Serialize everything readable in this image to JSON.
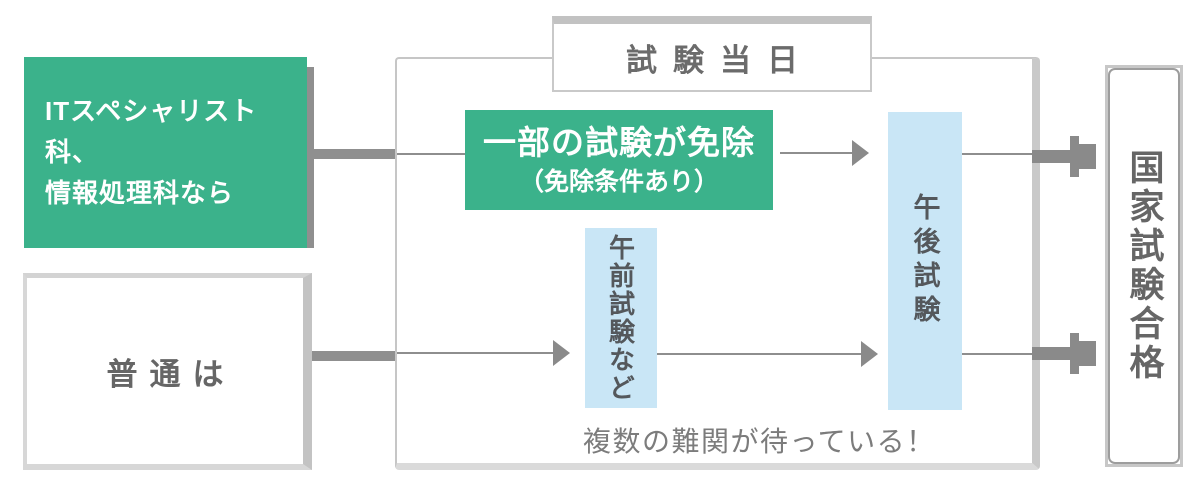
{
  "diagram_title": "試験当日",
  "colors": {
    "green": "#3bb28b",
    "light_blue": "#c9e6f6",
    "dark_text": "#666666",
    "line_gray": "#8e8e8e",
    "arrow_gray": "#8a8a8a"
  },
  "left_column": {
    "special_box": {
      "line1": "ITスペシャリスト科、",
      "line2": "情報処理科なら"
    },
    "normal_box": {
      "label": "普通は"
    }
  },
  "exam_day": {
    "title": "試験当日",
    "exempt_box": {
      "line1": "一部の試験が免除",
      "line2": "（免除条件あり）"
    },
    "am_box_label": "午前試験など",
    "pm_box_label": "午後試験",
    "caption": "複数の難関が待っている！"
  },
  "goal_box": {
    "label": "国家試験合格"
  },
  "icons": {
    "flow_arrow": "right-triangle-arrow",
    "goal_arrow": "t-bar-block-arrow"
  }
}
